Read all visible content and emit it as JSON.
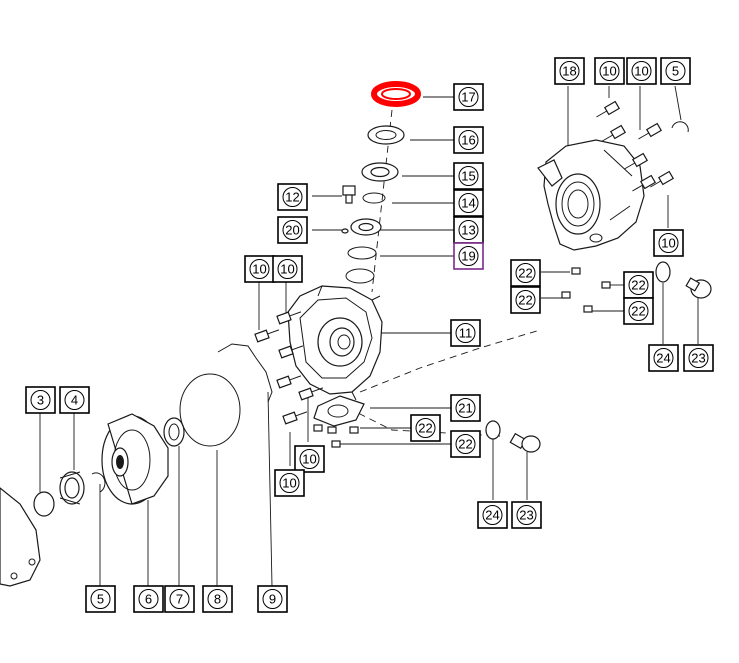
{
  "diagram": {
    "highlight_color": "#ff0000",
    "selected_box_color": "#7a2a8a",
    "callouts": [
      {
        "id": "c1",
        "label": "18"
      },
      {
        "id": "c2",
        "label": "10"
      },
      {
        "id": "c3",
        "label": "10"
      },
      {
        "id": "c4",
        "label": "5"
      },
      {
        "id": "c5",
        "label": "17"
      },
      {
        "id": "c6",
        "label": "16"
      },
      {
        "id": "c7",
        "label": "15"
      },
      {
        "id": "c8",
        "label": "14"
      },
      {
        "id": "c9",
        "label": "13"
      },
      {
        "id": "c10",
        "label": "19"
      },
      {
        "id": "c11",
        "label": "12"
      },
      {
        "id": "c12",
        "label": "20"
      },
      {
        "id": "c13",
        "label": "10"
      },
      {
        "id": "c14",
        "label": "10"
      },
      {
        "id": "c15",
        "label": "11"
      },
      {
        "id": "c16",
        "label": "21"
      },
      {
        "id": "c17",
        "label": "22"
      },
      {
        "id": "c18",
        "label": "22"
      },
      {
        "id": "c19",
        "label": "10"
      },
      {
        "id": "c20",
        "label": "10"
      },
      {
        "id": "c21",
        "label": "22"
      },
      {
        "id": "c22",
        "label": "22"
      },
      {
        "id": "c23",
        "label": "22"
      },
      {
        "id": "c24",
        "label": "22"
      },
      {
        "id": "c25",
        "label": "10"
      },
      {
        "id": "c26",
        "label": "24"
      },
      {
        "id": "c27",
        "label": "23"
      },
      {
        "id": "c28",
        "label": "24"
      },
      {
        "id": "c29",
        "label": "23"
      },
      {
        "id": "c30",
        "label": "3"
      },
      {
        "id": "c31",
        "label": "4"
      },
      {
        "id": "c32",
        "label": "5"
      },
      {
        "id": "c33",
        "label": "6"
      },
      {
        "id": "c34",
        "label": "7"
      },
      {
        "id": "c35",
        "label": "8"
      },
      {
        "id": "c36",
        "label": "9"
      }
    ]
  }
}
